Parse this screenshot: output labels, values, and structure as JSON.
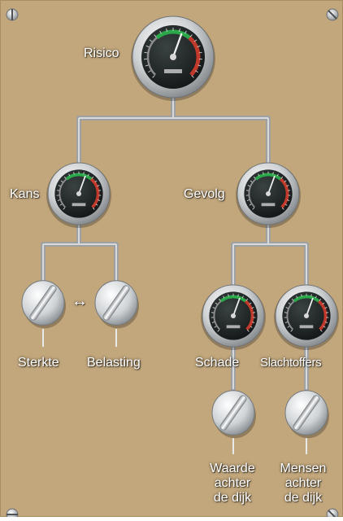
{
  "labels": {
    "risico": "Risico",
    "kans": "Kans",
    "gevolg": "Gevolg",
    "sterkte": "Sterkte",
    "belasting": "Belasting",
    "schade": "Schade",
    "slachtoffers": "Slachtoffers",
    "waarde": [
      "Waarde",
      "achter",
      "de dijk"
    ],
    "mensen": [
      "Mensen",
      "achter",
      "de dijk"
    ],
    "arrow": "↔"
  },
  "colors": {
    "panel": "#c2a77c",
    "pipe": "#9ea1a3",
    "gauge_face": "#1c2020",
    "gauge_rim": "#d9dadb",
    "green_arc": "#2aa84a",
    "red_arc": "#c0392b",
    "knob": "#e4e6e8"
  },
  "icons": [
    "gauge-icon",
    "knob-icon",
    "screw-icon",
    "double-arrow-icon"
  ]
}
